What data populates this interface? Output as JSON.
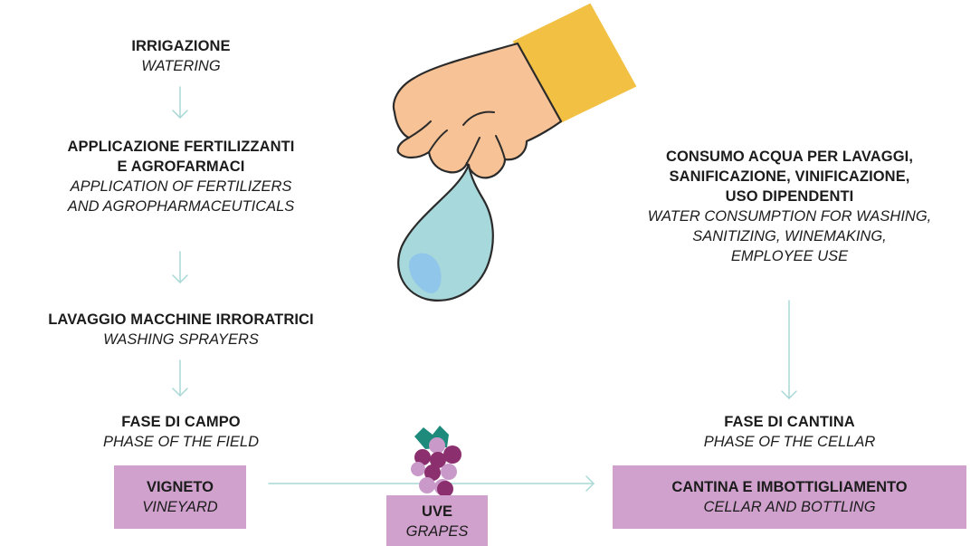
{
  "colors": {
    "arrow": "#a9d8d6",
    "box_fill": "#cfa1cc",
    "skin": "#f7c295",
    "skin_outline": "#2b2b2b",
    "sleeve": "#f2c042",
    "drop": "#a7d8db",
    "drop_highlight": "#8fc6ea",
    "grape_dark": "#8c2f6e",
    "grape_light": "#c99ac9",
    "leaf": "#1e8a7c"
  },
  "icons": [
    "hand-icon",
    "water-drop-icon",
    "grapes-icon"
  ],
  "left_steps": [
    {
      "title": "IRRIGAZIONE",
      "subtitle": "WATERING"
    },
    {
      "title_lines": [
        "APPLICAZIONE FERTILIZZANTI",
        "E AGROFARMACI"
      ],
      "subtitle_lines": [
        "APPLICATION OF FERTILIZERS",
        "AND AGROPHARMACEUTICALS"
      ]
    },
    {
      "title": "LAVAGGIO MACCHINE IRRORATRICI",
      "subtitle": "WASHING SPRAYERS"
    },
    {
      "title": "FASE DI CAMPO",
      "subtitle": "PHASE OF THE FIELD"
    }
  ],
  "right_steps": [
    {
      "title_lines": [
        "CONSUMO ACQUA PER LAVAGGI,",
        "SANIFICAZIONE, VINIFICAZIONE,",
        "USO DIPENDENTI"
      ],
      "subtitle_lines": [
        "WATER CONSUMPTION FOR WASHING,",
        "SANITIZING, WINEMAKING,",
        "EMPLOYEE USE"
      ]
    },
    {
      "title": "FASE DI CANTINA",
      "subtitle": "PHASE OF THE CELLAR"
    }
  ],
  "boxes": {
    "vineyard": {
      "title": "VIGNETO",
      "subtitle": "VINEYARD"
    },
    "grapes": {
      "title": "UVE",
      "subtitle": "GRAPES"
    },
    "cellar": {
      "title": "CANTINA E IMBOTTIGLIAMENTO",
      "subtitle": "CELLAR AND BOTTLING"
    }
  }
}
